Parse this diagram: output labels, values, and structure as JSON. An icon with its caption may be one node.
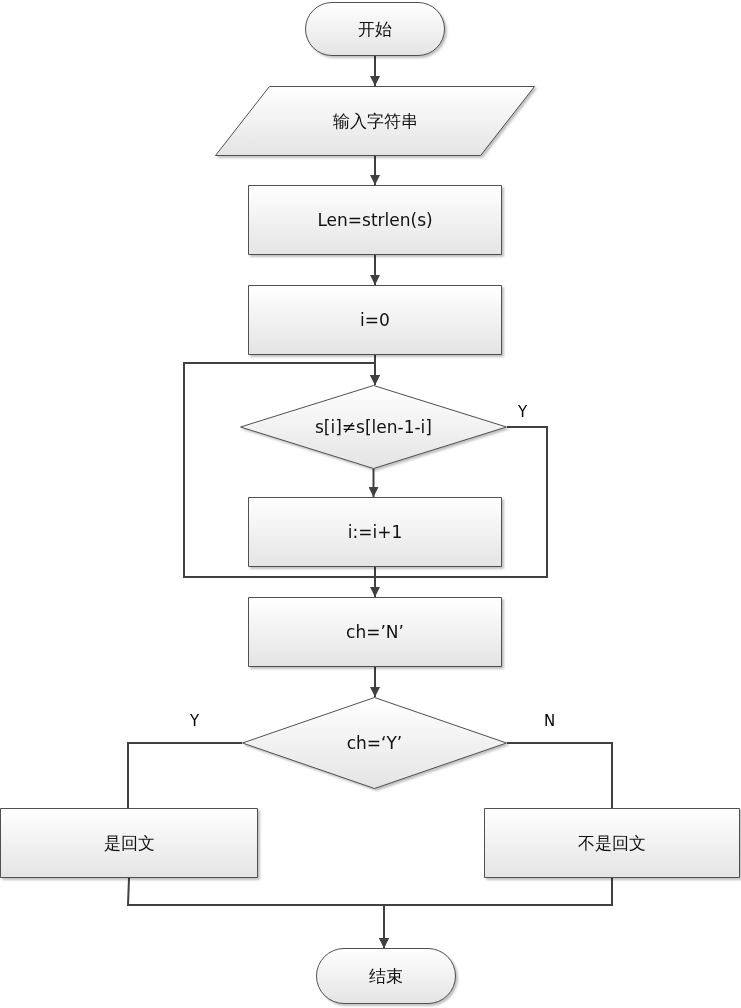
{
  "diagram": {
    "nodes": [
      {
        "text": [
          "开始"
        ]
      },
      {
        "text": [
          "输入字符串"
        ]
      },
      {
        "text": [
          "Len=strlen(s)"
        ]
      },
      {
        "text": [
          "i=0"
        ]
      },
      {
        "text": [
          "s[i]≠s[len-1-i]"
        ]
      },
      {
        "text": [
          "i:=i+1"
        ]
      },
      {
        "text": [
          "ch=’N’"
        ]
      },
      {
        "text": [
          "ch=‘Y’"
        ]
      },
      {
        "text": [
          "是回文"
        ]
      },
      {
        "text": [
          "不是回文"
        ]
      },
      {
        "text": [
          "结束"
        ]
      }
    ],
    "edges": [
      {
        "from": 0,
        "to": 1,
        "arrow": "to"
      },
      {
        "from": 1,
        "to": 2,
        "arrow": "to"
      },
      {
        "from": 2,
        "to": 3,
        "arrow": "to"
      },
      {
        "from": 3,
        "to": 4,
        "arrow": "to"
      },
      {
        "from": 4,
        "to": 5,
        "arrow": "to"
      },
      {
        "from": 5,
        "to": 4,
        "arrow": "to"
      },
      {
        "from": 4,
        "to": 6,
        "label": "Y",
        "arrow": "to"
      },
      {
        "from": 6,
        "to": 7,
        "arrow": "to"
      },
      {
        "from": 7,
        "to": 8,
        "label": "Y",
        "arrow": "none"
      },
      {
        "from": 7,
        "to": 9,
        "label": "N",
        "arrow": "none"
      },
      {
        "from": 8,
        "to": 10,
        "arrow": "to"
      },
      {
        "from": 9,
        "to": 10,
        "arrow": "to"
      }
    ]
  }
}
